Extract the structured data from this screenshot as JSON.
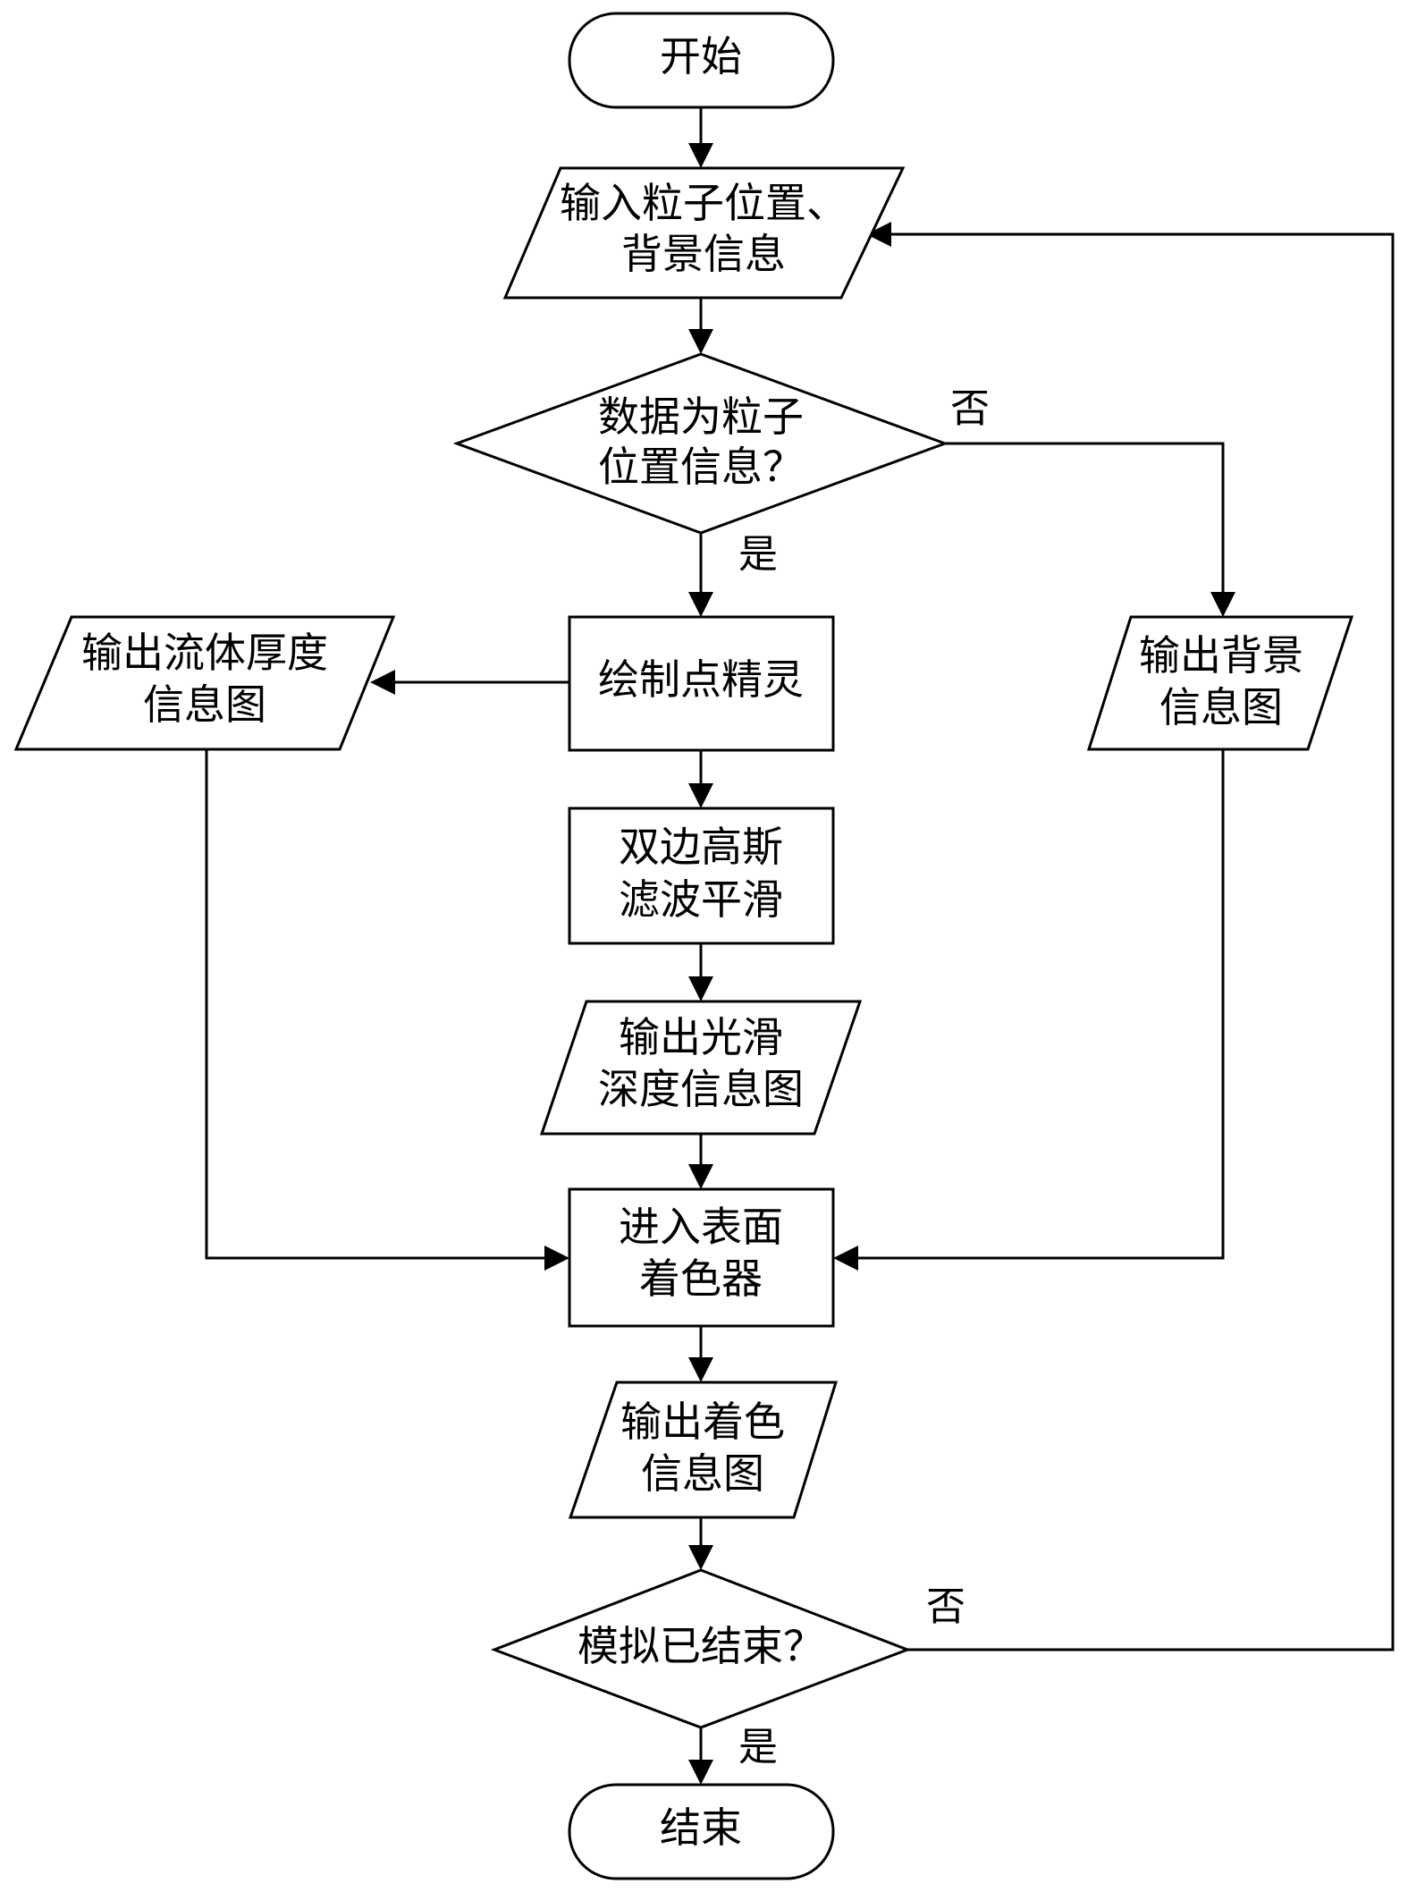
{
  "nodes": {
    "start": {
      "line1": "开始"
    },
    "input": {
      "line1": "输入粒子位置、",
      "line2": "背景信息"
    },
    "decision_particle": {
      "line1": "数据为粒子",
      "line2": "位置信息？"
    },
    "draw_sprites": {
      "line1": "绘制点精灵"
    },
    "output_thickness": {
      "line1": "输出流体厚度",
      "line2": "信息图"
    },
    "output_background": {
      "line1": "输出背景",
      "line2": "信息图"
    },
    "bilateral_filter": {
      "line1": "双边高斯",
      "line2": "滤波平滑"
    },
    "output_smooth_depth": {
      "line1": "输出光滑",
      "line2": "深度信息图"
    },
    "surface_shader": {
      "line1": "进入表面",
      "line2": "着色器"
    },
    "output_shading": {
      "line1": "输出着色",
      "line2": "信息图"
    },
    "decision_end": {
      "line1": "模拟已结束？"
    },
    "end": {
      "line1": "结束"
    }
  },
  "edge_labels": {
    "particle_yes": "是",
    "particle_no": "否",
    "end_yes": "是",
    "end_no": "否"
  }
}
